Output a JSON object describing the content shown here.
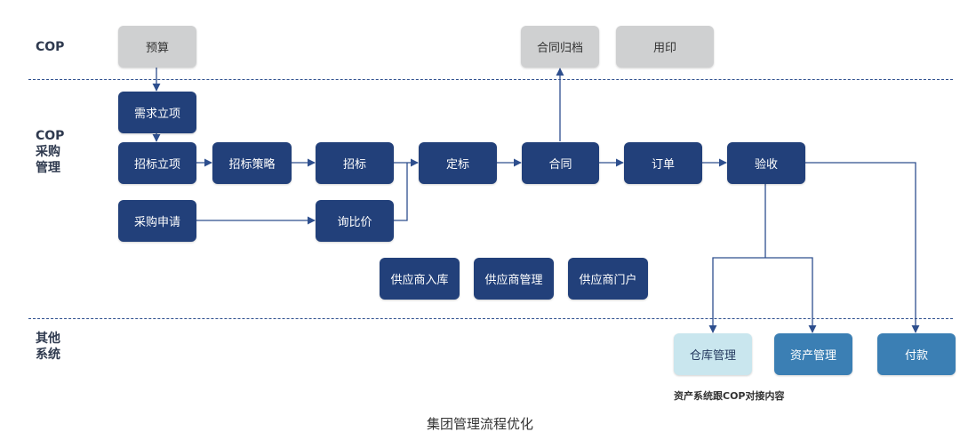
{
  "lanes": {
    "cop": "COP",
    "cop_procurement": [
      "COP",
      "采购",
      "管理"
    ],
    "other_systems": [
      "其他",
      "系统"
    ]
  },
  "cop_lane": {
    "budget": "预算",
    "contract_archive": "合同归档",
    "seal": "用印"
  },
  "procurement_lane": {
    "requirement_approval": "需求立项",
    "tender_approval": "招标立项",
    "tender_strategy": "招标策略",
    "tender": "招标",
    "award": "定标",
    "contract": "合同",
    "order": "订单",
    "acceptance": "验收",
    "purchase_request": "采购申请",
    "inquiry": "询比价",
    "supplier_onboarding": "供应商入库",
    "supplier_management": "供应商管理",
    "supplier_portal": "供应商门户"
  },
  "other_lane": {
    "warehouse": "仓库管理",
    "assets": "资产管理",
    "payment": "付款",
    "note": "资产系统跟COP对接内容"
  },
  "caption": "集团管理流程优化",
  "colors": {
    "dark_box": "#22407a",
    "gray_box": "#cfd0d1",
    "light_box": "#c9e6ee",
    "mid_box": "#3b7fb4",
    "connector": "#2e4f8e"
  }
}
